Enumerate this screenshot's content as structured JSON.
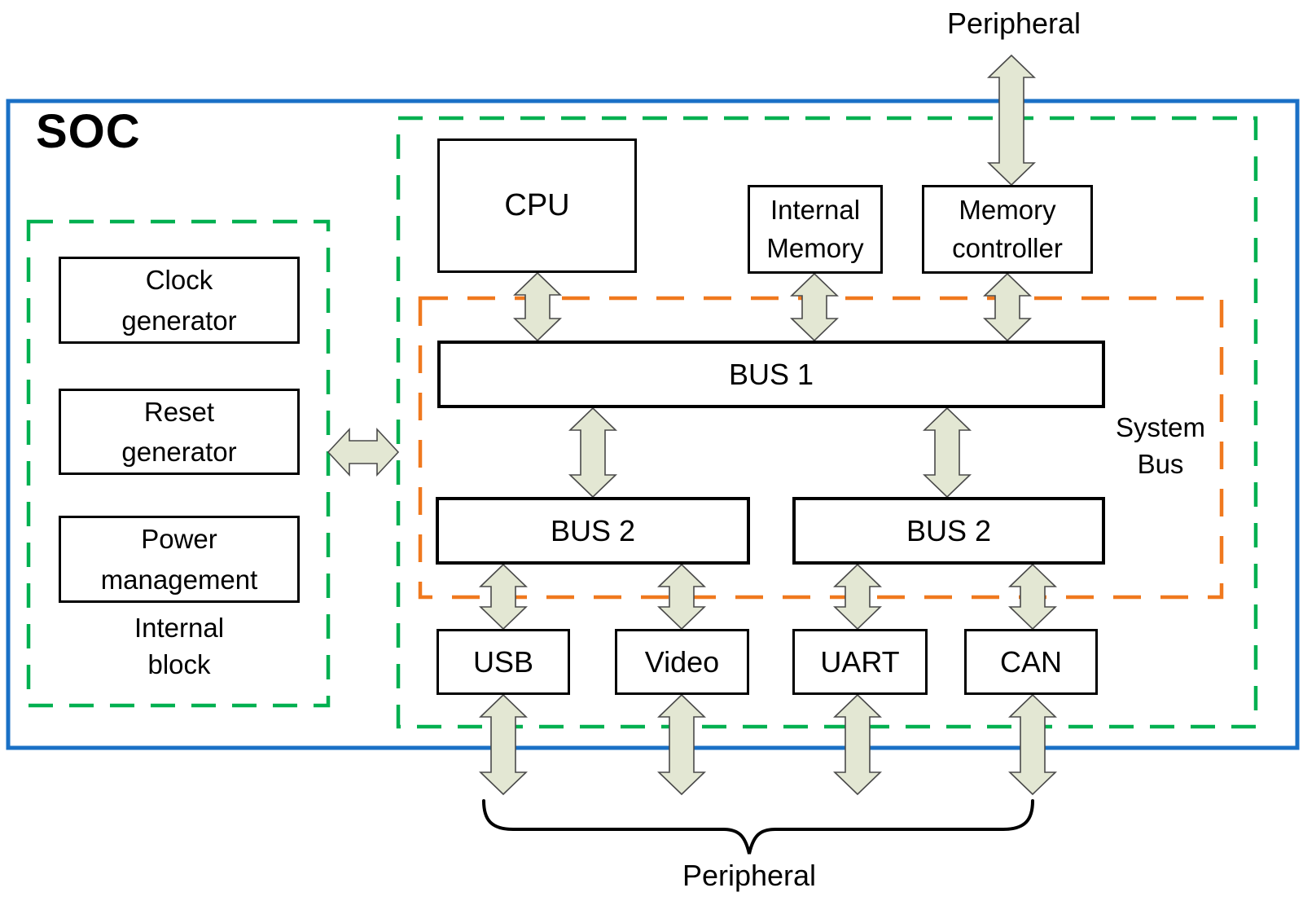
{
  "soc": {
    "title": "SOC",
    "internal_block": {
      "caption": "Internal\nblock",
      "clock_generator": "Clock\ngenerator",
      "reset_generator": "Reset\ngenerator",
      "power_management": "Power\nmanagement"
    },
    "blocks": {
      "cpu": "CPU",
      "internal_memory": "Internal\nMemory",
      "memory_controller": "Memory\ncontroller",
      "usb": "USB",
      "video": "Video",
      "uart": "UART",
      "can": "CAN"
    },
    "system_bus": {
      "caption": "System\nBus",
      "bus1": "BUS 1",
      "bus2_left": "BUS 2",
      "bus2_right": "BUS 2"
    },
    "peripheral_top": "Peripheral",
    "peripheral_bottom": "Peripheral"
  },
  "colors": {
    "outer_border": "#1a70c6",
    "internal_block_border": "#00b050",
    "system_bus_border": "#f0791e",
    "arrow_fill": "#e3e7d3",
    "arrow_stroke": "#4a4a4a",
    "box_border": "#000000",
    "brace": "#000000"
  }
}
